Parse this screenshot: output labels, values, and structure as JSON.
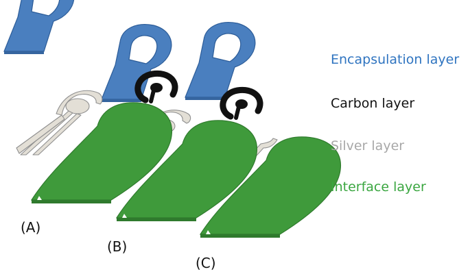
{
  "legend": {
    "encapsulation": "Encapsulation layer",
    "carbon": "Carbon layer",
    "silver": "Silver layer",
    "interface": "Interface layer"
  },
  "variants": {
    "a": "(A)",
    "b": "(B)",
    "c": "(C)"
  },
  "colors": {
    "encapsulation": "#2f74c0",
    "encapsulation_fill": "#4a7fbf",
    "carbon": "#111111",
    "silver": "#a8a8a8",
    "silver_fill": "#e3dfd6",
    "interface": "#3aa640",
    "interface_fill": "#3f9a3b"
  }
}
